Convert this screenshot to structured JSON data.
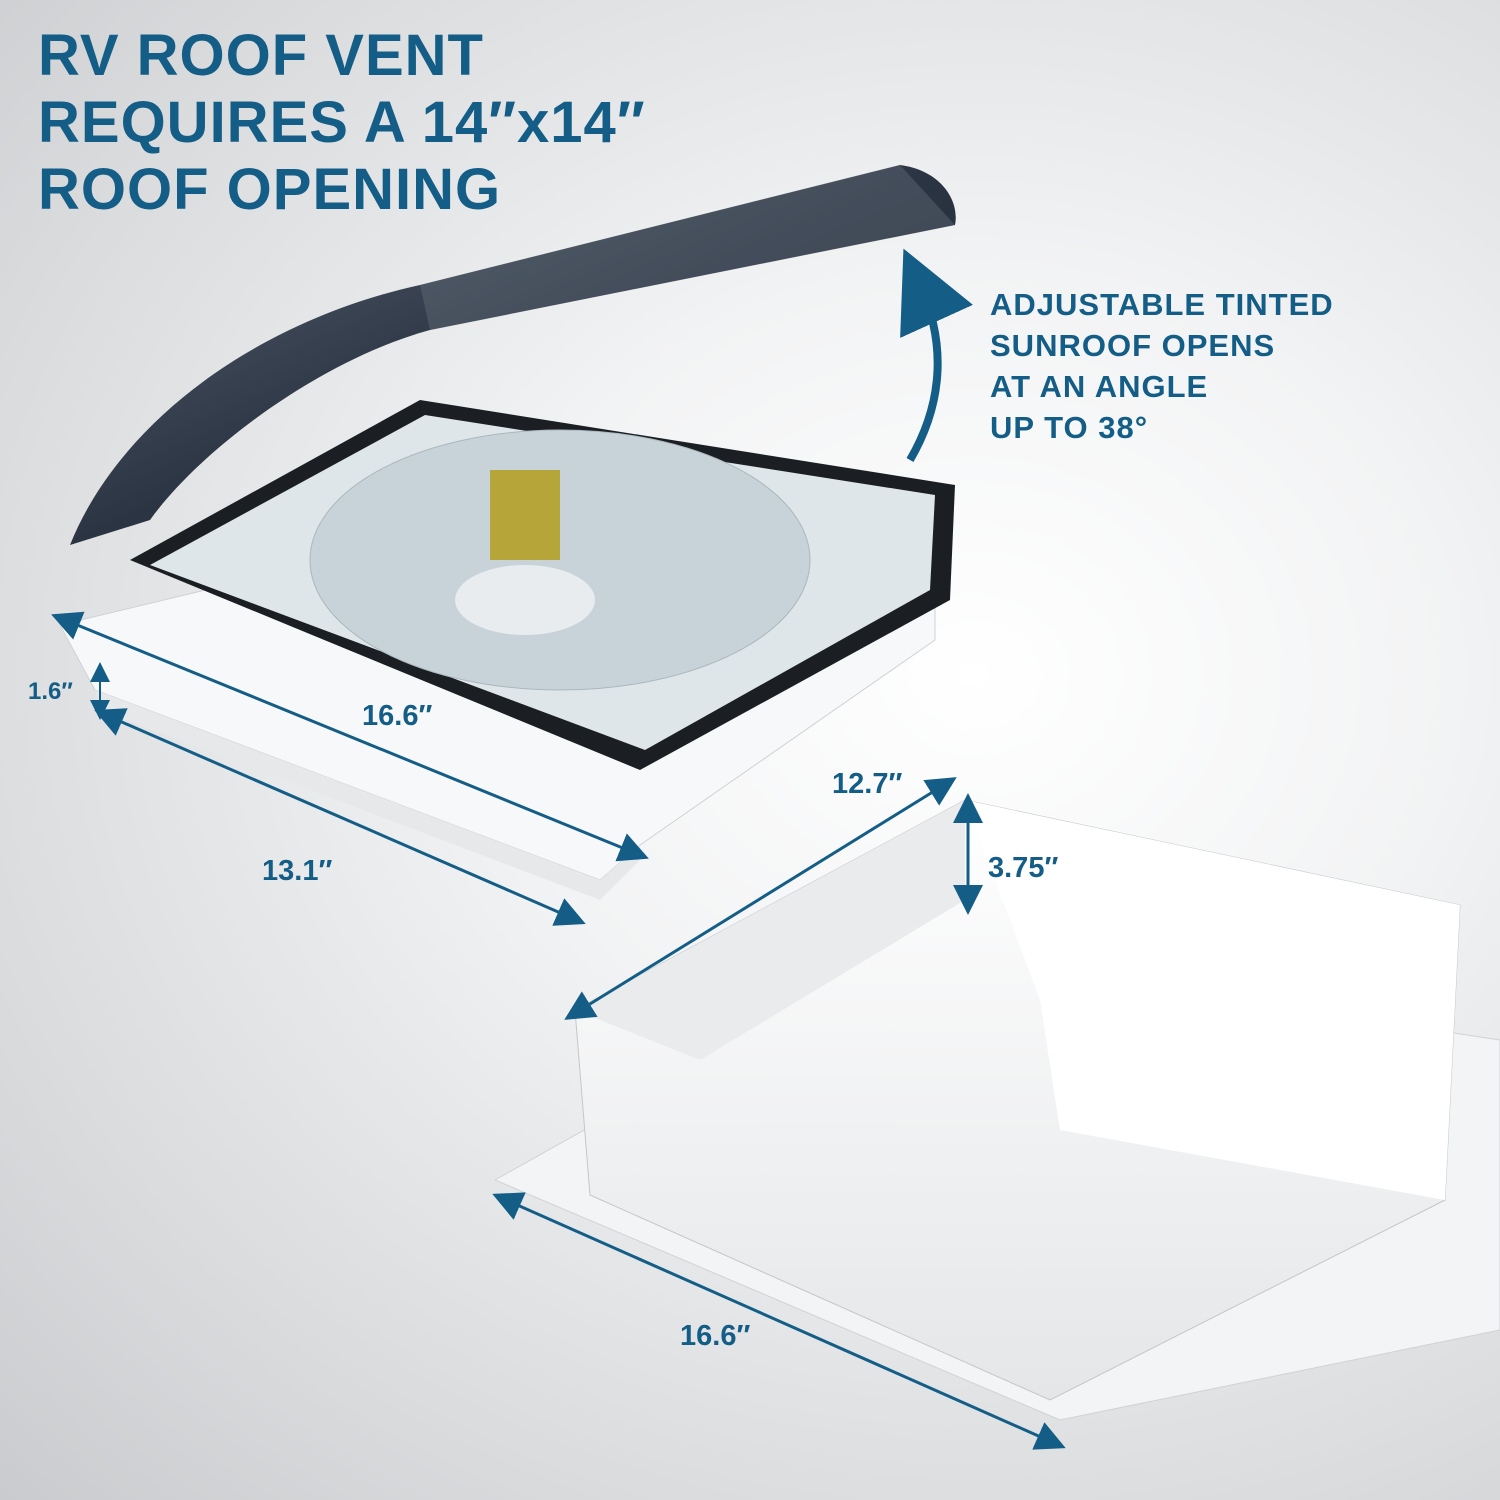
{
  "title": {
    "lines": [
      "RV ROOF VENT",
      "REQUIRES A 14″x14″",
      "ROOF OPENING"
    ]
  },
  "callout": {
    "lines": [
      "ADJUSTABLE TINTED",
      "SUNROOF OPENS",
      "AT AN ANGLE",
      "UP TO 38°"
    ]
  },
  "dimensions": {
    "vent_height": "1.6″",
    "vent_width": "16.6″",
    "vent_depth": "13.1″",
    "flange_opening": "12.7″",
    "flange_height": "3.75″",
    "flange_width": "16.6″"
  },
  "colors": {
    "accent": "#135d86",
    "lid": "#2b3442"
  }
}
